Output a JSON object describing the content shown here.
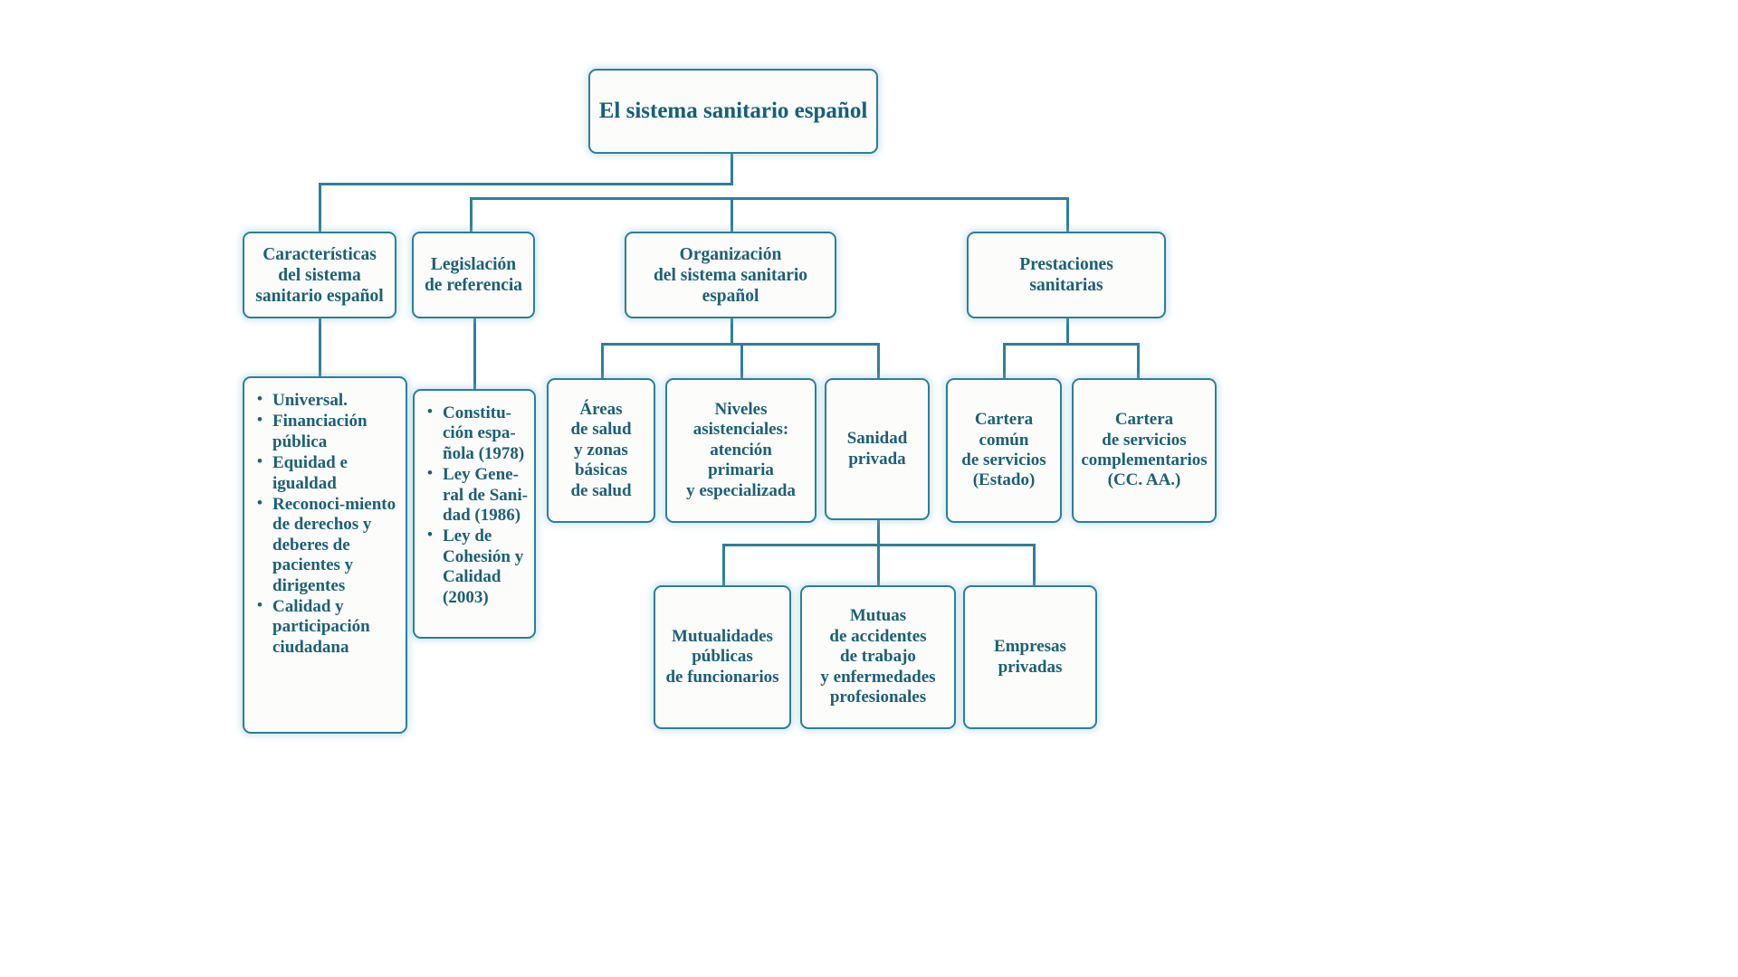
{
  "diagram": {
    "title": "El sistema sanitario español",
    "accent_color": "#2b7f99",
    "text_color": "#1c6077",
    "background": "#ffffff",
    "level2": [
      {
        "id": "caracteristicas",
        "label": "Características\ndel sistema\nsanitario español"
      },
      {
        "id": "legislacion",
        "label": "Legislación\nde referencia"
      },
      {
        "id": "organizacion",
        "label": "Organización\ndel sistema sanitario\nespañol"
      },
      {
        "id": "prestaciones",
        "label": "Prestaciones\nsanitarias"
      }
    ],
    "caracteristicas_items": [
      "Universal.",
      "Financiación pública",
      "Equidad e igualdad",
      "Reconoci-⁠miento de derechos y deberes de pacientes y dirigentes",
      "Calidad y participación ciudadana"
    ],
    "legislacion_items": [
      "Constitu-⁠ción espa-⁠ñola (1978)",
      "Ley Gene-⁠ral de Sani-⁠dad (1986)",
      "Ley de Cohesión y Calidad (2003)"
    ],
    "organizacion_children": [
      {
        "id": "areas-de-salud",
        "label": "Áreas\nde salud\ny zonas\nbásicas\nde salud"
      },
      {
        "id": "niveles-asistenciales",
        "label": "Niveles\nasistenciales:\natención\nprimaria\ny especializada"
      },
      {
        "id": "sanidad-privada",
        "label": "Sanidad\nprivada"
      }
    ],
    "prestaciones_children": [
      {
        "id": "cartera-comun",
        "label": "Cartera\ncomún\nde servicios\n(Estado)"
      },
      {
        "id": "cartera-complementaria",
        "label": "Cartera\nde servicios\ncomplementarios\n(CC. AA.)"
      }
    ],
    "sanidad_privada_children": [
      {
        "id": "mutualidades-publicas",
        "label": "Mutualidades\npúblicas\nde funcionarios"
      },
      {
        "id": "mutuas-accidentes",
        "label": "Mutuas\nde accidentes\nde trabajo\ny enfermedades\nprofesionales"
      },
      {
        "id": "empresas-privadas",
        "label": "Empresas\nprivadas"
      }
    ]
  }
}
